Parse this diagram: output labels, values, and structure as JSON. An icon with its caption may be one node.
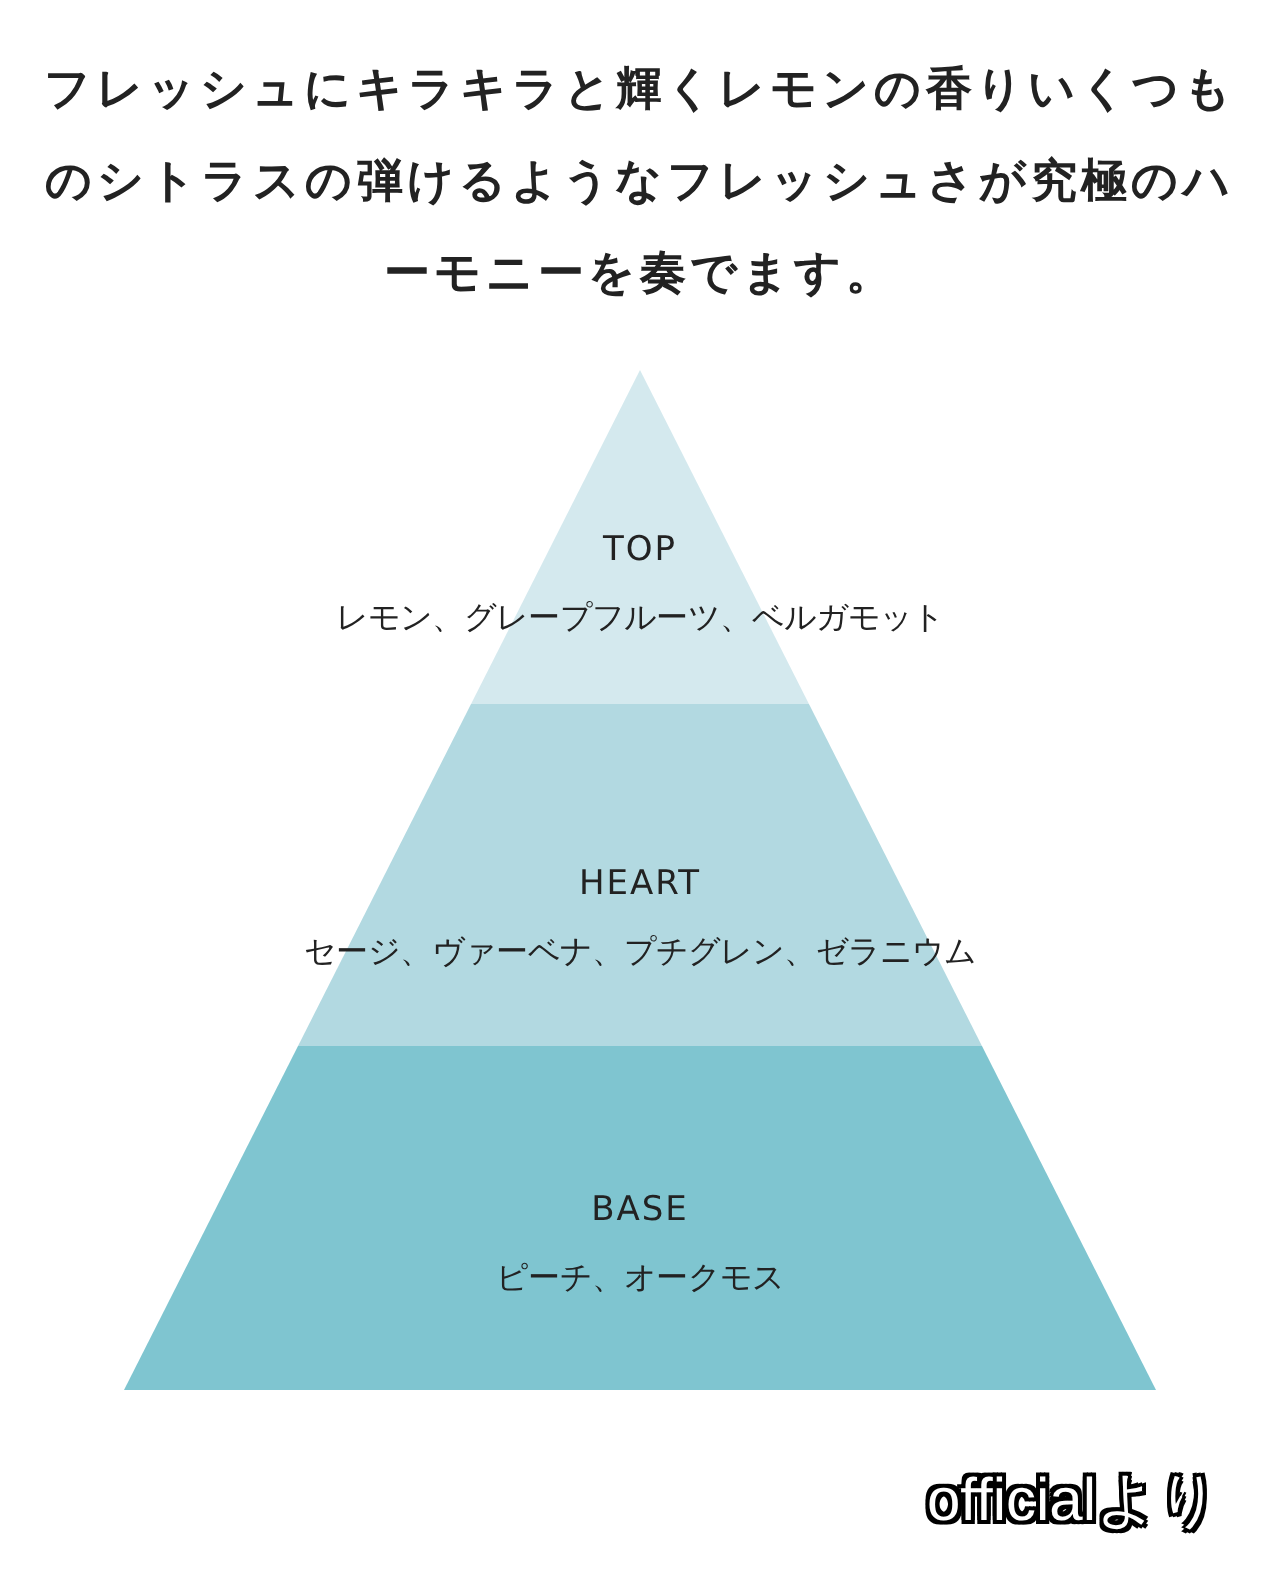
{
  "diagram": {
    "title": "フレッシュにキラキラと輝くレモンの香りいくつものシトラスの弾けるようなフレッシュさが究極のハーモニーを奏でます。",
    "nodes": [
      {
        "text": [
          "TOP",
          "レモン、グレープフルーツ、ベルガモット"
        ]
      },
      {
        "text": [
          "HEART",
          "セージ、ヴァーベナ、プチグレン、ゼラニウム"
        ]
      },
      {
        "text": [
          "BASE",
          "ピーチ、オークモス"
        ]
      }
    ],
    "labels": [
      "officialより"
    ]
  }
}
